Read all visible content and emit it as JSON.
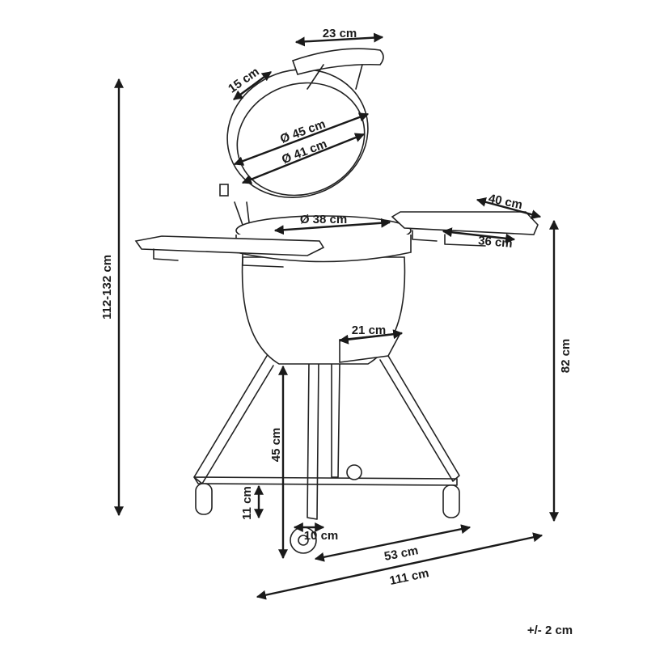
{
  "diagram": {
    "subject": "kamado-grill",
    "dimensions": {
      "total_height": "112-132 cm",
      "table_height": "82 cm",
      "leg_height": "45 cm",
      "wheel_height": "11 cm",
      "handle_width": "23 cm",
      "handle_height": "15 cm",
      "lid_outer_diameter": "Ø 45 cm",
      "lid_inner_diameter": "Ø 41 cm",
      "grate_diameter": "Ø 38 cm",
      "table_length": "40 cm",
      "table_width": "36 cm",
      "vent_width": "21 cm",
      "wheel_width": "10 cm",
      "depth": "53 cm",
      "total_width": "111 cm"
    },
    "tolerance": "+/- 2 cm",
    "colors": {
      "line": "#222222",
      "background": "#ffffff"
    }
  }
}
